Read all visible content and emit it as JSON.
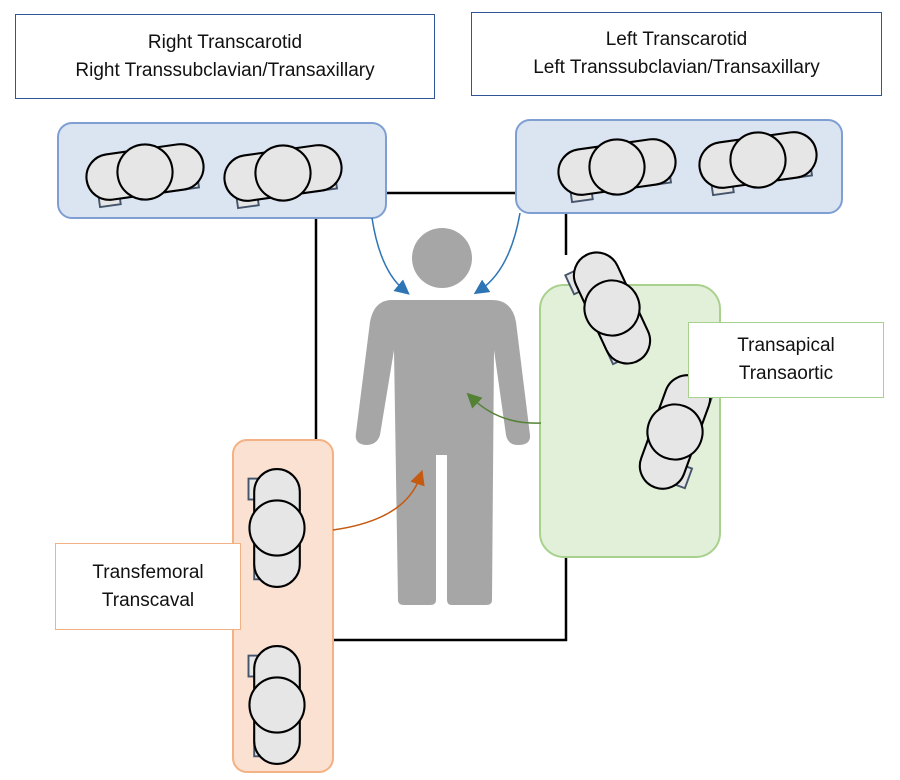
{
  "labels": {
    "right": {
      "line1": "Right Transcarotid",
      "line2": "Right Transsubclavian/Transaxillary"
    },
    "left": {
      "line1": "Left Transcarotid",
      "line2": "Left Transsubclavian/Transaxillary"
    },
    "apical": {
      "line1": "Transapical",
      "line2": "Transaortic"
    },
    "femoral": {
      "line1": "Transfemoral",
      "line2": "Transcaval"
    }
  },
  "colors": {
    "blue_zone": "#dbe4f1",
    "blue_border": "#7f9fd3",
    "blue_arrow": "#2e75b6",
    "green_zone": "#e2f0d9",
    "green_border": "#a9d18e",
    "green_arrow": "#548235",
    "orange_zone": "#fbe1d2",
    "orange_border": "#f4b183",
    "orange_arrow": "#c55a11",
    "person": "#a6a6a6",
    "operator_fill": "#e7e6e6"
  }
}
